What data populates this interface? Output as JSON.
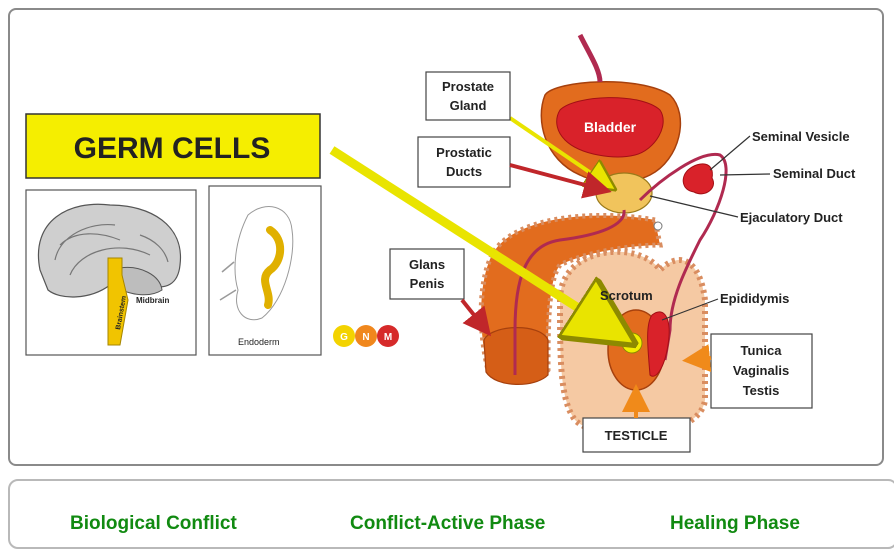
{
  "diagram": {
    "banner": "GERM CELLS",
    "inset_labels": {
      "midbrain": "Midbrain",
      "brainstem": "Brainstem",
      "endoderm": "Endoderm"
    },
    "logo_letters": [
      "G",
      "N",
      "M"
    ],
    "labels": {
      "bladder": "Bladder",
      "prostate_gland_line1": "Prostate",
      "prostate_gland_line2": "Gland",
      "prostatic_ducts_line1": "Prostatic",
      "prostatic_ducts_line2": "Ducts",
      "seminal_vesicle": "Seminal Vesicle",
      "seminal_duct": "Seminal Duct",
      "ejaculatory_duct": "Ejaculatory Duct",
      "glans_penis_line1": "Glans",
      "glans_penis_line2": "Penis",
      "scrotum": "Scrotum",
      "epididymis": "Epididymis",
      "tunica_line1": "Tunica",
      "tunica_line2": "Vaginalis",
      "tunica_line3": "Testis",
      "testicle": "TESTICLE"
    },
    "colors": {
      "banner": "#f5ee00",
      "organ": "#e26c1e",
      "bladder": "#d9222a",
      "duct": "#b02a50",
      "arrow_yellow": "#e9e400"
    }
  },
  "tabs": [
    {
      "label": "Biological Conflict"
    },
    {
      "label": "Conflict-Active Phase"
    },
    {
      "label": "Healing Phase"
    }
  ]
}
